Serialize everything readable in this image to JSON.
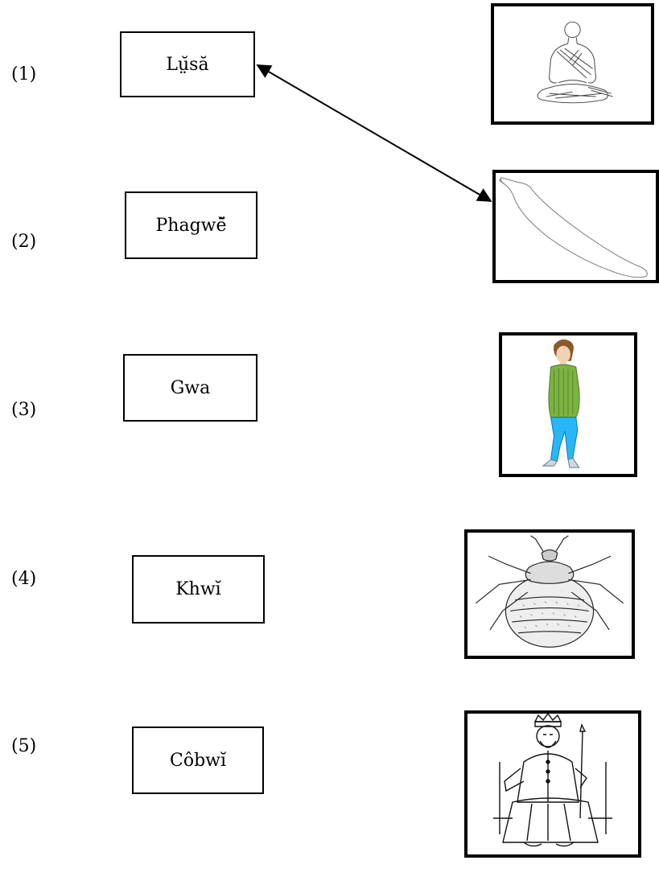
{
  "items": [
    {
      "number": "(1)",
      "word": "Lṳ̆să",
      "picture_icon": "seated-monk-icon"
    },
    {
      "number": "(2)",
      "word": "Phagwĕ̃",
      "picture_icon": "gourd-icon"
    },
    {
      "number": "(3)",
      "word": "Gwa",
      "picture_icon": "standing-boy-icon"
    },
    {
      "number": "(4)",
      "word": "Khwĭ",
      "picture_icon": "bedbug-icon"
    },
    {
      "number": "(5)",
      "word": "Côbwĭ",
      "picture_icon": "king-on-throne-icon"
    }
  ],
  "connections": [
    {
      "from_word": "(1)",
      "to_picture": "(2)",
      "style": "double-arrow"
    }
  ]
}
